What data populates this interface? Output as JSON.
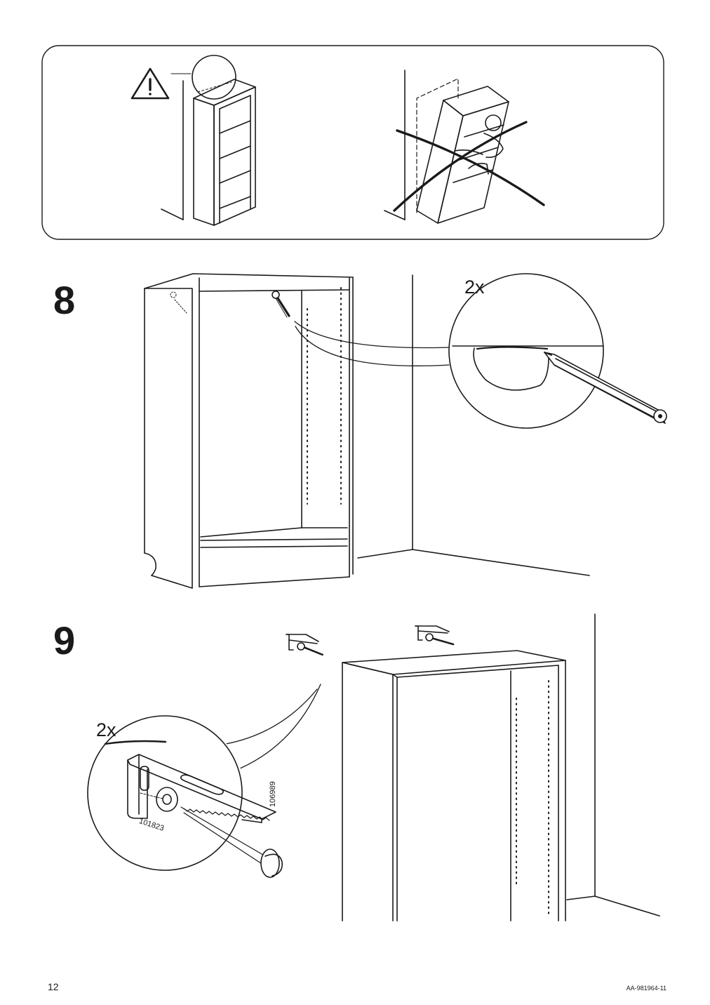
{
  "steps": {
    "step8": {
      "number": "8",
      "quantity": "2x"
    },
    "step9": {
      "number": "9",
      "quantity": "2x"
    }
  },
  "parts": {
    "bracket": "106989",
    "screw": "101823"
  },
  "footer": {
    "page_number": "12",
    "document_code": "AA-981964-11"
  },
  "warning": {
    "icon": "warning-triangle-icon"
  }
}
